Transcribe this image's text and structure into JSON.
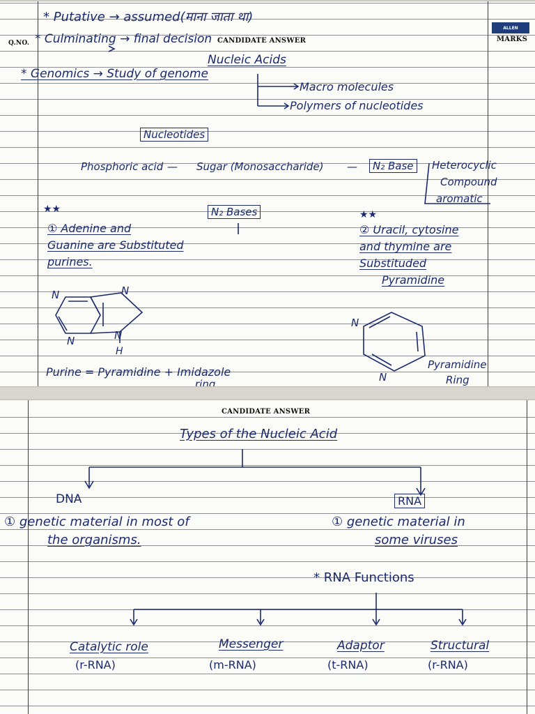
{
  "sheet1": {
    "header": {
      "qno": "Q.NO.",
      "candidate_answer": "CANDIDATE ANSWER",
      "marks": "MARKS",
      "logo_text": "ALLEN"
    },
    "notes": {
      "putative": "* Putative → assumed(माना जाता था)",
      "culminating": "* Culminating → final decision",
      "genomics": "* Genomics → Study of genome",
      "nucleic_acids": "Nucleic Acids",
      "macro": "Macro molecules",
      "polymers": "Polymers of nucleotides"
    },
    "nucleotides": {
      "heading": "Nucleotides",
      "phosphoric": "Phosphoric acid",
      "sugar": "Sugar (Monosaccharide)",
      "n2base": "N₂ Base",
      "hetero1": "Heterocyclic",
      "hetero2": "Compound",
      "hetero3": "aromatic",
      "dash1": "—",
      "dash2": "—"
    },
    "bases": {
      "heading": "N₂ Bases",
      "star_left": "★★",
      "star_right": "★★",
      "left_1": "① Adenine and",
      "left_2": "Guanine are Substituted",
      "left_3": "purines.",
      "right_1": "② Uracil, cytosine",
      "right_2": "and thymine are",
      "right_3": "Substituded",
      "right_4": "Pyramidine"
    },
    "structures": {
      "purine_n_labels": [
        "N",
        "N",
        "N",
        "N",
        "H"
      ],
      "pyrimidine_n_labels": [
        "N",
        "N"
      ],
      "purine_eq": "Purine = Pyramidine + Imidazole",
      "purine_eq_2": "ring",
      "pyr_ring_1": "Pyramidine",
      "pyr_ring_2": "Ring"
    }
  },
  "sheet2": {
    "header": {
      "candidate_answer": "CANDIDATE ANSWER"
    },
    "title": "Types of the Nucleic Acid",
    "dna": {
      "label": "DNA",
      "point": "① genetic material in most of",
      "point_2": "the organisms."
    },
    "rna": {
      "label": "RNA",
      "point": "① genetic material in",
      "point_2": "some viruses"
    },
    "rna_functions": {
      "heading": "* RNA Functions",
      "items": [
        {
          "name": "Catalytic role",
          "type": "(r-RNA)"
        },
        {
          "name": "Messenger",
          "type": "(m-RNA)"
        },
        {
          "name": "Adaptor",
          "type": "(t-RNA)"
        },
        {
          "name": "Structural",
          "type": "(r-RNA)"
        }
      ]
    }
  }
}
